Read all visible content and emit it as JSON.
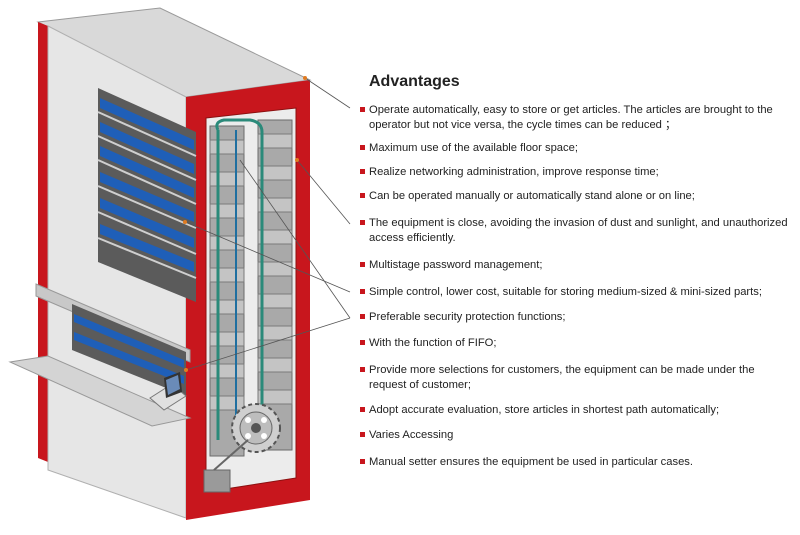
{
  "heading": "Advantages",
  "colors": {
    "accent_red": "#c8161d",
    "frame_grey": "#d6d6d6",
    "bin_blue": "#1f5fb8",
    "chain_green": "#2b8a7a",
    "leader_orange": "#e07a1f"
  },
  "advantages": [
    "Operate automatically, easy to store or get articles. The articles are brought to the operator but not vice versa, the cycle times can be reduced ；",
    "Maximum use of the available floor space;",
    "Realize networking administration, improve response time;",
    "Can be operated manually or automatically stand alone or on line;",
    "The equipment is close, avoiding the invasion of dust and sunlight, and unauthorized access efficiently.",
    "Multistage password management;",
    "Simple control, lower cost, suitable for storing medium-sized & mini-sized parts;",
    "Preferable security protection functions;",
    "With the function of FIFO;",
    "Provide more selections for customers, the equipment can be made under the request of customer;",
    "Adopt accurate evaluation, store articles in shortest path automatically;",
    "Varies Accessing",
    "Manual setter ensures the equipment be used in particular cases."
  ]
}
